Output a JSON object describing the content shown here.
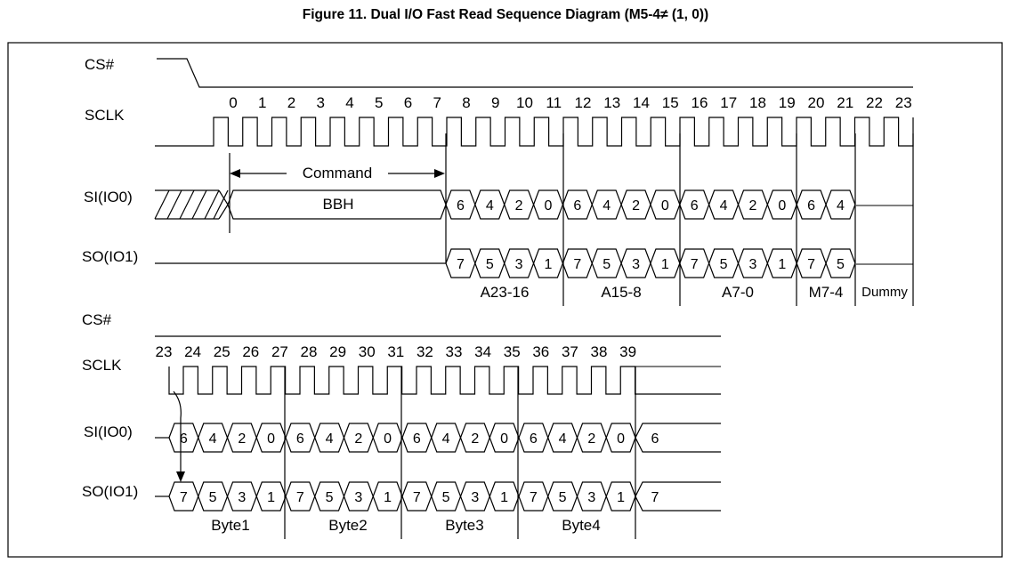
{
  "title": "Figure 11. Dual I/O Fast Read Sequence Diagram (M5-4≠ (1, 0))",
  "top": {
    "signals": {
      "cs": "CS#",
      "sclk": "SCLK",
      "si": "SI(IO0)",
      "so": "SO(IO1)"
    },
    "clock_numbers": [
      "0",
      "1",
      "2",
      "3",
      "4",
      "5",
      "6",
      "7",
      "8",
      "9",
      "10",
      "11",
      "12",
      "13",
      "14",
      "15",
      "16",
      "17",
      "18",
      "19",
      "20",
      "21",
      "22",
      "23"
    ],
    "command_label": "Command",
    "command_value": "BBH",
    "si_bits": [
      "6",
      "4",
      "2",
      "0",
      "6",
      "4",
      "2",
      "0",
      "6",
      "4",
      "2",
      "0",
      "6",
      "4"
    ],
    "so_bits": [
      "7",
      "5",
      "3",
      "1",
      "7",
      "5",
      "3",
      "1",
      "7",
      "5",
      "3",
      "1",
      "7",
      "5"
    ],
    "groups": [
      "A23-16",
      "A15-8",
      "A7-0",
      "M7-4",
      "Dummy"
    ]
  },
  "bottom": {
    "signals": {
      "cs": "CS#",
      "sclk": "SCLK",
      "si": "SI(IO0)",
      "so": "SO(IO1)"
    },
    "clock_numbers": [
      "23",
      "24",
      "25",
      "26",
      "27",
      "28",
      "29",
      "30",
      "31",
      "32",
      "33",
      "34",
      "35",
      "36",
      "37",
      "38",
      "39"
    ],
    "si_bits": [
      "6",
      "4",
      "2",
      "0",
      "6",
      "4",
      "2",
      "0",
      "6",
      "4",
      "2",
      "0",
      "6",
      "4",
      "2",
      "0"
    ],
    "so_bits": [
      "7",
      "5",
      "3",
      "1",
      "7",
      "5",
      "3",
      "1",
      "7",
      "5",
      "3",
      "1",
      "7",
      "5",
      "3",
      "1"
    ],
    "si_next": "6",
    "so_next": "7",
    "groups": [
      "Byte1",
      "Byte2",
      "Byte3",
      "Byte4"
    ]
  }
}
